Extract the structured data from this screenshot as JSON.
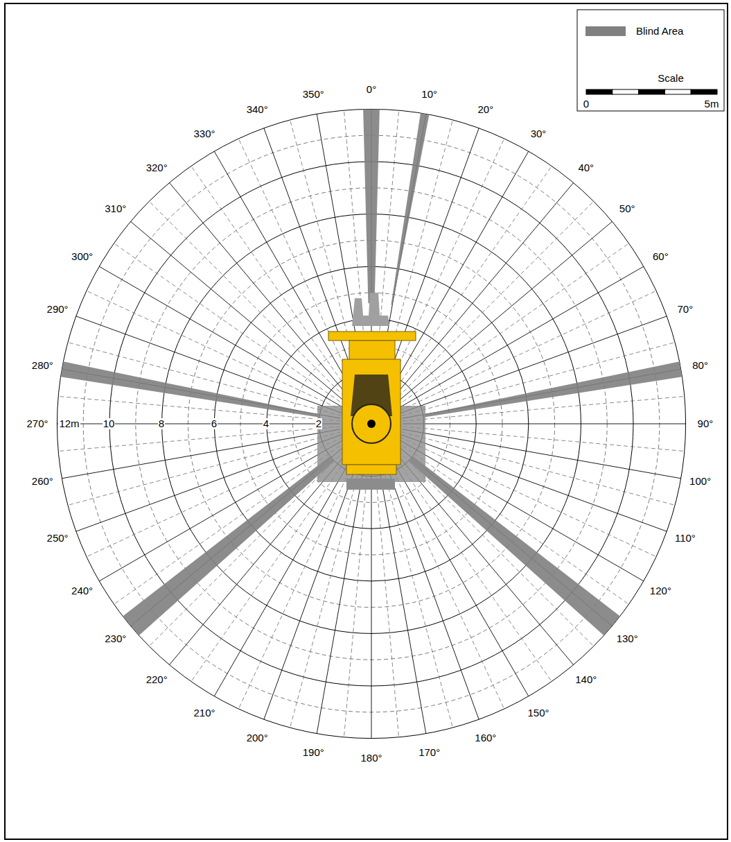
{
  "diagram": {
    "labels": [
      "0°",
      "10°",
      "20°",
      "30°",
      "40°",
      "50°",
      "60°",
      "70°",
      "80°",
      "90°",
      "100°",
      "110°",
      "120°",
      "130°",
      "140°",
      "150°",
      "160°",
      "170°",
      "180°",
      "190°",
      "200°",
      "210°",
      "220°",
      "230°",
      "240°",
      "250°",
      "260°",
      "270°",
      "280°",
      "290°",
      "300°",
      "310°",
      "320°",
      "330°",
      "340°",
      "350°",
      "12m",
      "10",
      "8",
      "6",
      "4",
      "2",
      "Scale",
      "0",
      "5m"
    ],
    "legend": [
      {
        "text": "Blind Area",
        "color": "#808080"
      }
    ]
  }
}
